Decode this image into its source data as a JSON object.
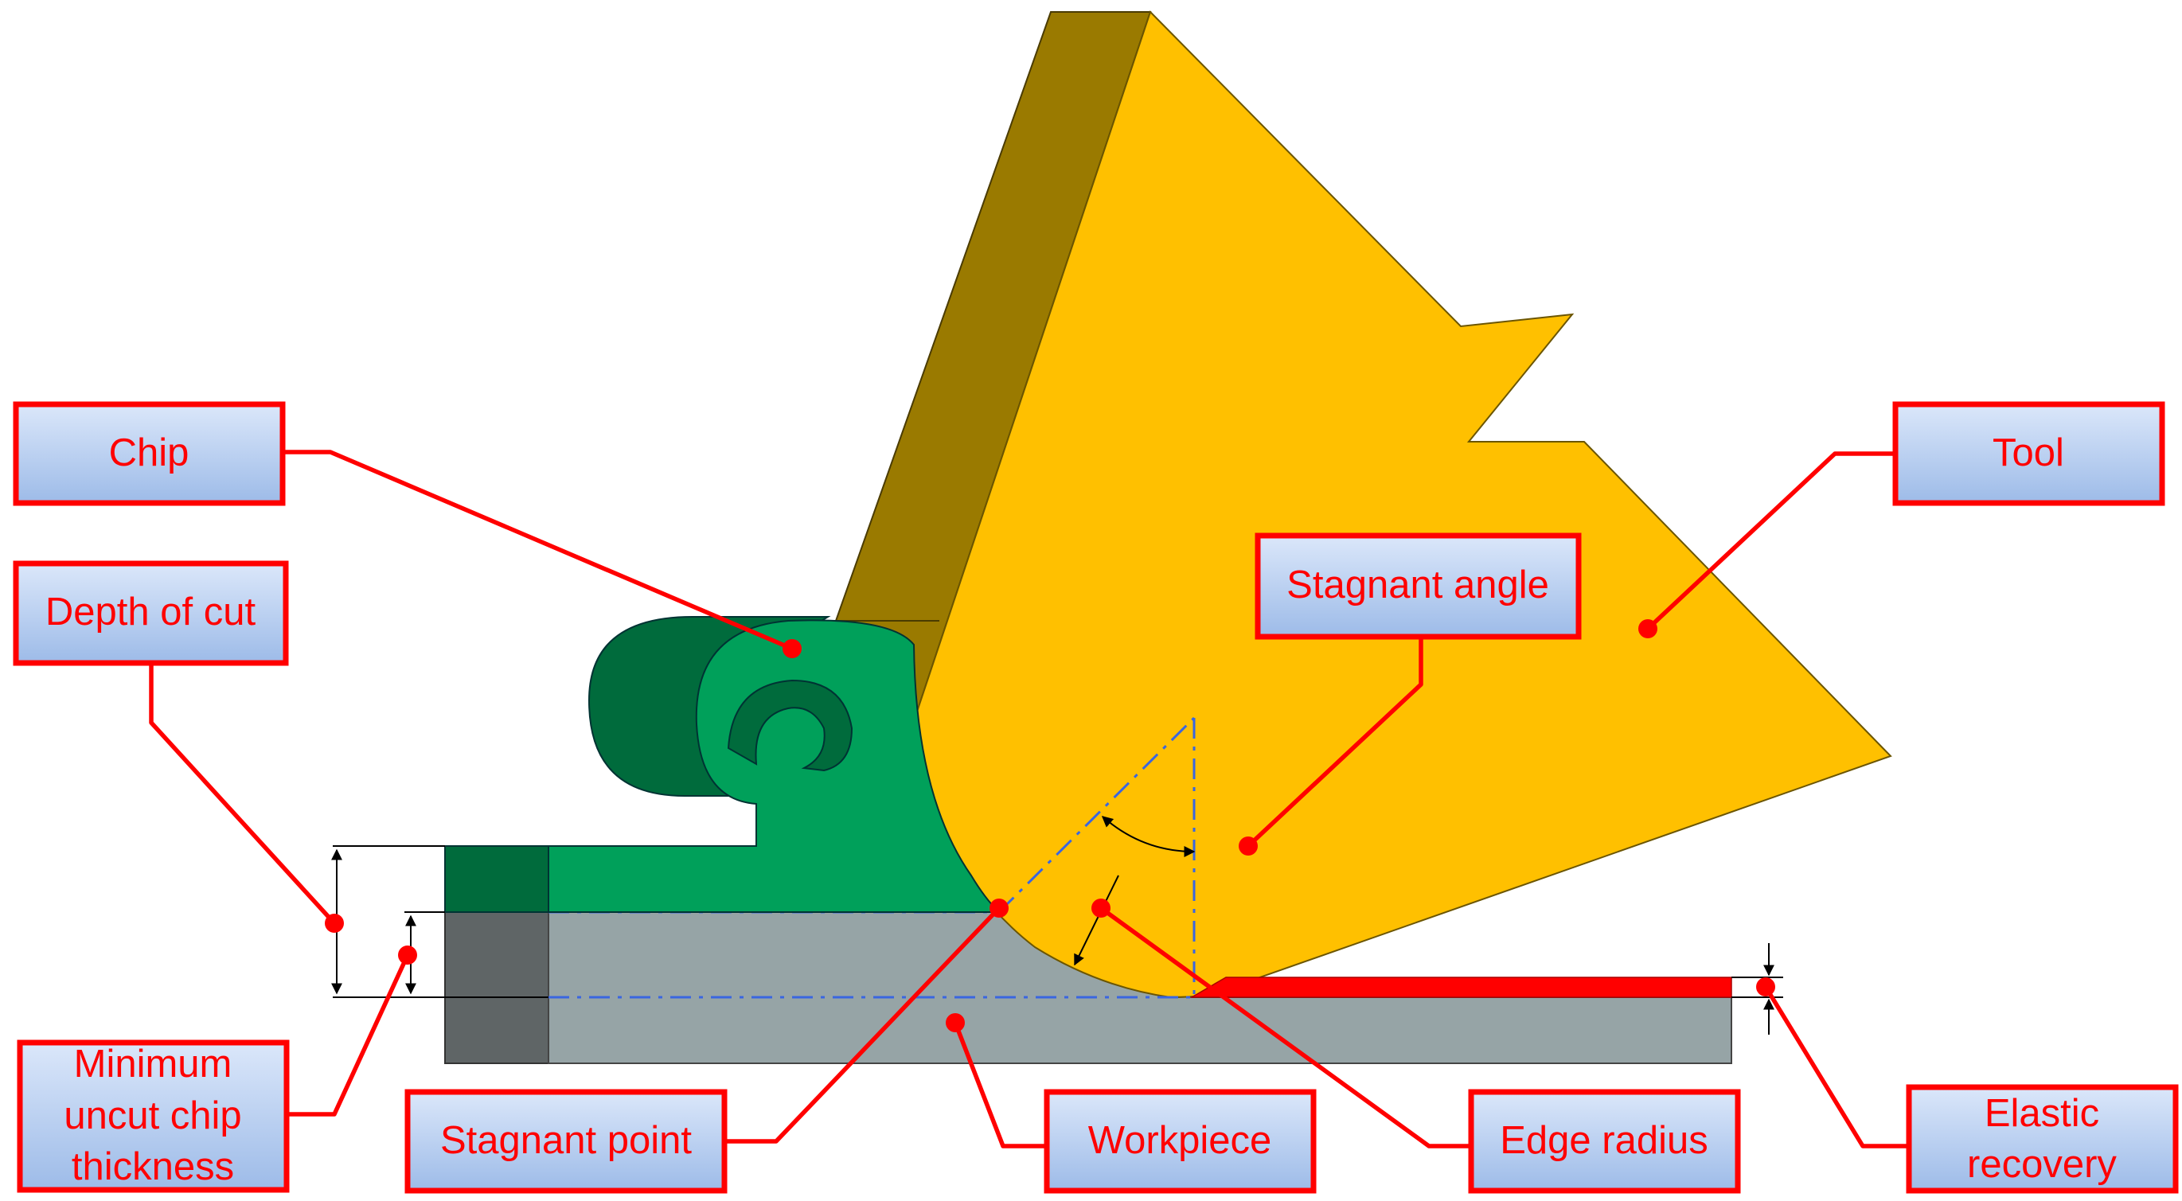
{
  "labels": {
    "chip": "Chip",
    "tool": "Tool",
    "depth_of_cut": "Depth of cut",
    "stagnant_angle": "Stagnant angle",
    "minimum_uncut_chip_thickness": [
      "Minimum",
      "uncut chip",
      "thickness"
    ],
    "stagnant_point": "Stagnant point",
    "workpiece": "Workpiece",
    "edge_radius": "Edge radius",
    "elastic_recovery": [
      "Elastic",
      "recovery"
    ]
  },
  "colors": {
    "tool_face": "#ffc000",
    "tool_side": "#9a7a00",
    "chip_front": "#00a05a",
    "chip_dark": "#006b3c",
    "workpiece_face": "#96a4a6",
    "workpiece_end": "#5f6566",
    "elastic_recovery": "#ff0000",
    "label_text": "#ff0000",
    "box_border": "#ff0000",
    "box_fill_top": "#dbe7fa",
    "box_fill_bottom": "#9dbbe8",
    "reference_line": "#3a66e0"
  }
}
